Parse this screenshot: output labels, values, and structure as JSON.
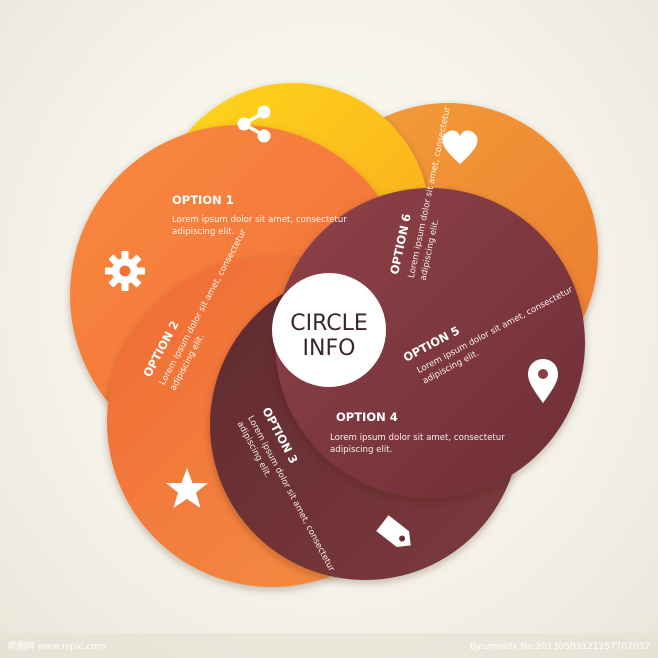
{
  "center": {
    "line1": "CIRCLE",
    "line2": "INFO"
  },
  "options": [
    {
      "id": 1,
      "title": "OPTION 1",
      "text1": "Lorem ipsum dolor sit amet, consectetur",
      "text2": "adipiscing elit.",
      "color": "#f5793c",
      "icon": "gear-icon"
    },
    {
      "id": 2,
      "title": "OPTION 2",
      "text1": "Lorem ipsum dolor sit amet, consectetur",
      "text2": "adipiscing elit.",
      "color": "#ee6332",
      "icon": "star-icon"
    },
    {
      "id": 3,
      "title": "OPTION 3",
      "text1": "Lorem ipsum dolor sit amet, consectetur",
      "text2": "adipiscing elit.",
      "color": "#6e2d34",
      "icon": "tag-icon"
    },
    {
      "id": 4,
      "title": "OPTION 4",
      "text1": "Lorem ipsum dolor sit amet, consectetur",
      "text2": "adipiscing elit.",
      "color": "#7d3840",
      "icon": "map-pin-icon"
    },
    {
      "id": 5,
      "title": "OPTION 5",
      "text1": "Lorem ipsum dolor sit amet, consectetur",
      "text2": "adipiscing elit.",
      "color": "#f08a32",
      "icon": "heart-icon"
    },
    {
      "id": 6,
      "title": "OPTION 6",
      "text1": "Lorem ipsum dolor sit amet, consectetur",
      "text2": "adipiscing elit.",
      "color": "#fcb818",
      "icon": "share-icon"
    }
  ],
  "watermark": {
    "left": "昵图网 www.nipic.com",
    "right": "By:umindx No:20130503121257707037"
  }
}
